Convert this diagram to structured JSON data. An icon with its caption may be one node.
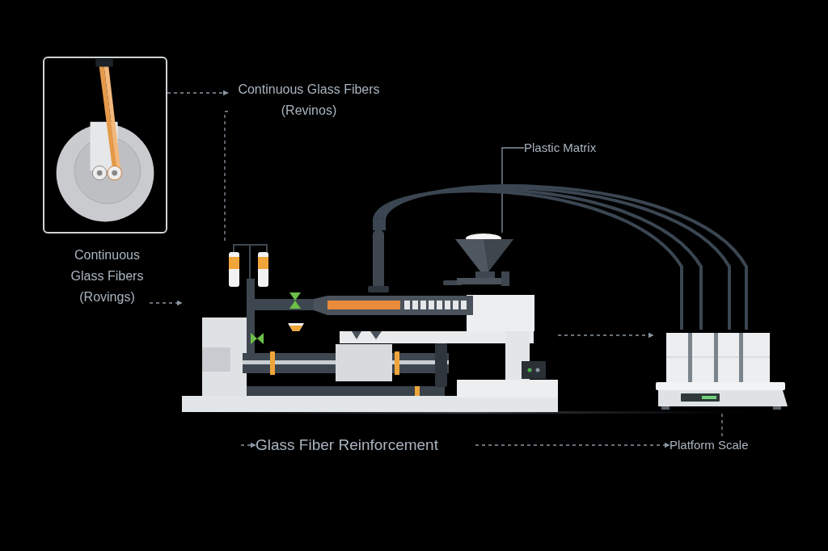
{
  "diagram": {
    "nodes": [
      {
        "text": [],
        "shape": "picture"
      },
      {
        "text": [
          "Continuous Glass Fibers (Revinos)"
        ]
      },
      {
        "text": [
          "Plastic Matrix"
        ]
      },
      {
        "text": [
          "Continuous Glass Fibers (Rovings)"
        ]
      },
      {
        "text": [],
        "shape": "picture"
      },
      {
        "text": [],
        "shape": "picture",
        "in": 4
      },
      {
        "text": [],
        "shape": "picture",
        "in": 4
      },
      {
        "text": [],
        "shape": "picture"
      },
      {
        "text": [
          "Glass Fiber Reinforcement"
        ]
      },
      {
        "text": [
          "Platform Scale"
        ]
      }
    ],
    "edges": [
      {
        "from": 0,
        "to": 1,
        "arrow": "to",
        "style": "dashed"
      },
      {
        "from": 1,
        "to": 5,
        "arrow": "none",
        "style": "dashed"
      },
      {
        "from": 2,
        "to": 6,
        "arrow": "none"
      },
      {
        "from": 3,
        "to": 4,
        "arrow": "to",
        "style": "dashed"
      },
      {
        "from": 4,
        "to": 7,
        "arrow": "to",
        "style": "dashed"
      },
      {
        "from": 4,
        "to": 7,
        "arrow": "none",
        "style": "thick",
        "color": "#3b4652"
      },
      {
        "from": 4,
        "to": 7,
        "arrow": "none",
        "style": "thick",
        "color": "#3b4652"
      },
      {
        "from": 4,
        "to": 7,
        "arrow": "none",
        "style": "thick",
        "color": "#3b4652"
      },
      {
        "from": 4,
        "to": 7,
        "arrow": "none",
        "style": "thick",
        "color": "#3b4652"
      },
      {
        "from": null,
        "to": 8,
        "arrow": "to",
        "style": "dashed"
      },
      {
        "from": 8,
        "to": 9,
        "arrow": "to",
        "style": "dashed"
      },
      {
        "from": 9,
        "to": 7,
        "arrow": "none",
        "style": "dashed"
      }
    ]
  }
}
